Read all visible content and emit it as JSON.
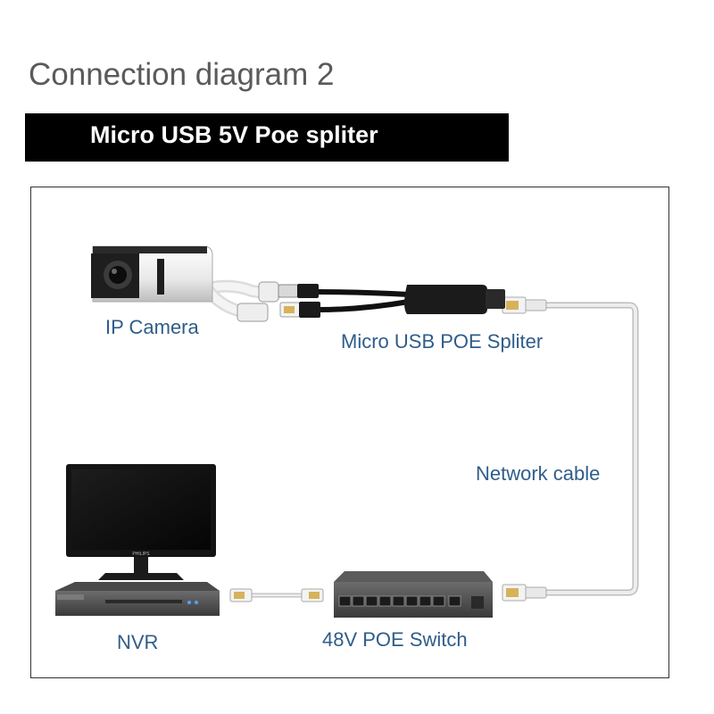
{
  "header": {
    "title": "Connection diagram 2",
    "banner": "Micro USB 5V Poe spliter"
  },
  "labels": {
    "ip_camera": "IP Camera",
    "splitter": "Micro USB POE Spliter",
    "network_cable": "Network cable",
    "nvr": "NVR",
    "switch": "48V POE Switch"
  },
  "monitor_brand": "PHILIPS",
  "colors": {
    "label_text": "#2f5d8a",
    "banner_bg": "#000000",
    "cable": "#e4e4e4",
    "device_dark": "#2b2b2b"
  }
}
